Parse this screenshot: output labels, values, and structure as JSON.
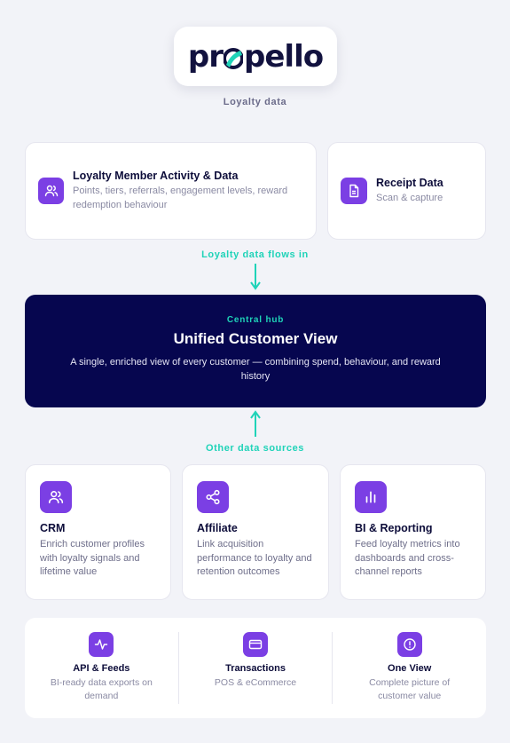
{
  "logo": {
    "text_left": "pr",
    "text_right": "pello"
  },
  "captions": {
    "loyalty_data": "Loyalty data",
    "flows_in": "Loyalty data flows in",
    "other_sources": "Other data sources"
  },
  "top_cards": [
    {
      "title": "Loyalty Member Activity & Data",
      "desc": "Points, tiers, referrals, engagement levels, reward redemption behaviour",
      "icon": "users-icon"
    },
    {
      "title": "Receipt Data",
      "desc": "Scan & capture",
      "icon": "document-icon"
    }
  ],
  "hub": {
    "label": "Central hub",
    "title": "Unified Customer View",
    "desc": "A single, enriched view of every customer — combining spend, behaviour, and reward history"
  },
  "source_cards": [
    {
      "title": "CRM",
      "desc": "Enrich customer profiles with loyalty signals and lifetime value",
      "icon": "users-icon"
    },
    {
      "title": "Affiliate",
      "desc": "Link acquisition performance to loyalty and retention outcomes",
      "icon": "share-icon"
    },
    {
      "title": "BI & Reporting",
      "desc": "Feed loyalty metrics into dashboards and cross-channel reports",
      "icon": "bar-chart-icon"
    }
  ],
  "bottom_items": [
    {
      "title": "API & Feeds",
      "desc": "BI-ready data exports on demand",
      "icon": "activity-icon"
    },
    {
      "title": "Transactions",
      "desc": "POS & eCommerce",
      "icon": "card-icon"
    },
    {
      "title": "One View",
      "desc": "Complete picture of customer value",
      "icon": "alert-circle-icon"
    }
  ],
  "colors": {
    "accent": "#7b3fe4",
    "teal": "#1fd3b8",
    "hub": "#06064f",
    "background": "#f2f3f8"
  }
}
